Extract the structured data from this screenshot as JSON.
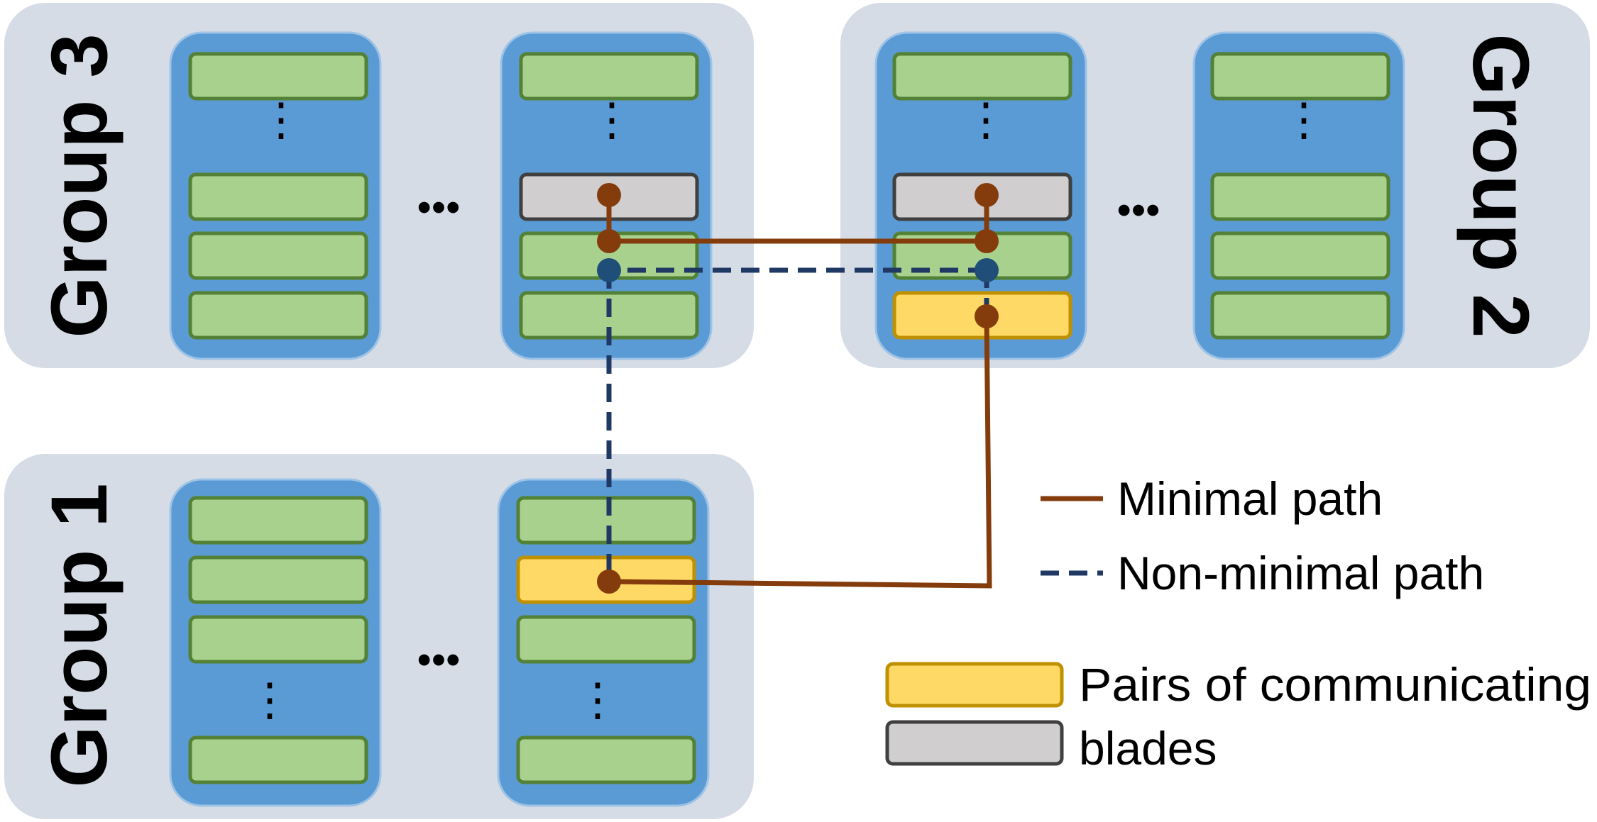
{
  "groups": {
    "group3": {
      "label": "Group 3"
    },
    "group2": {
      "label": "Group 2"
    },
    "group1": {
      "label": "Group 1"
    }
  },
  "ellipsis": {
    "dots": "⋮",
    "horizontal": "•••"
  },
  "legend": {
    "minimal_path": "Minimal path",
    "non_minimal_path": "Non-minimal path",
    "pairs_line1": "Pairs of communicating",
    "pairs_line2": "blades"
  },
  "colors": {
    "group_bg": "#d6dce6",
    "chassis": "#5b9bd5",
    "blade_green": "#a9d18e",
    "blade_green_border": "#538135",
    "blade_yellow": "#ffd966",
    "blade_yellow_border": "#bf9000",
    "blade_gray": "#d0cece",
    "blade_gray_border": "#404040",
    "minimal_path": "#843c0c",
    "non_minimal_path": "#1f3864",
    "node_blue": "#1f4e79"
  },
  "icons": {
    "minimal_path_swatch": "solid-line-icon",
    "non_minimal_path_swatch": "dashed-line-icon"
  }
}
